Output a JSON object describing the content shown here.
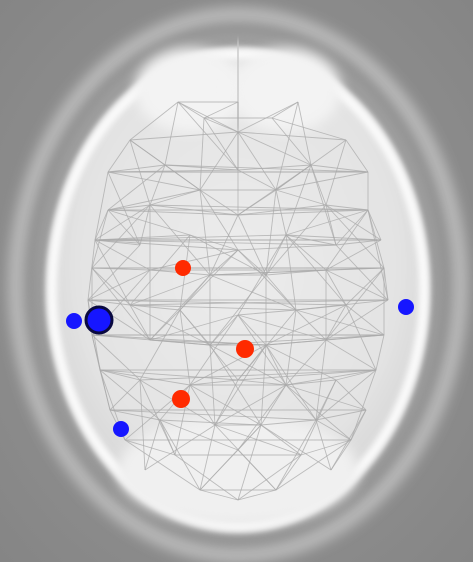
{
  "figure": {
    "background_color": "#8f8f8f",
    "brain_fill_color": "#e9e9e9",
    "brain_edge_color": "#f8f8f8",
    "network_edge_color": "#a9a9a9",
    "node_colors": {
      "red": "#ff2a00",
      "blue": "#1616ff",
      "outline": "#0a0a40"
    },
    "nodes": [
      {
        "name": "red-node-upper",
        "color": "red",
        "emphasis": "normal"
      },
      {
        "name": "red-node-middle",
        "color": "red",
        "emphasis": "normal"
      },
      {
        "name": "red-node-lower",
        "color": "red",
        "emphasis": "normal"
      },
      {
        "name": "blue-node-left-large",
        "color": "blue",
        "emphasis": "large-outlined"
      },
      {
        "name": "blue-node-left-small",
        "color": "blue",
        "emphasis": "normal"
      },
      {
        "name": "blue-node-right",
        "color": "blue",
        "emphasis": "normal"
      },
      {
        "name": "blue-node-lower-left",
        "color": "blue",
        "emphasis": "normal"
      }
    ]
  }
}
